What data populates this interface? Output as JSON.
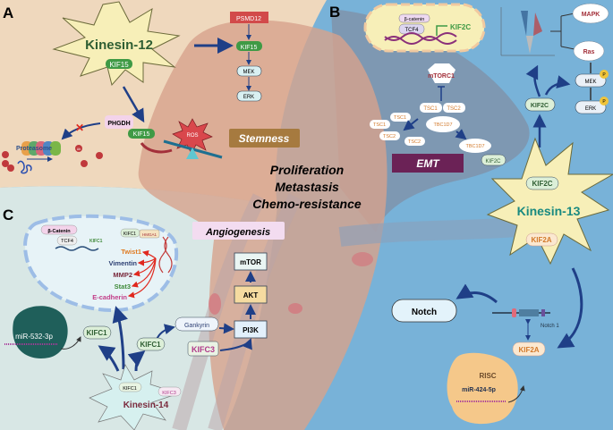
{
  "colors": {
    "panel_a_bg": "#efd8bd",
    "panel_b_bg": "#78b2d8",
    "panel_c_bg": "#d8e7e5",
    "tissue": "#d7a38c",
    "emt_region": "#7f93ab",
    "kif15": "#3f9a45",
    "stemness": "#a67a3f",
    "emt": "#6b2256",
    "arrow": "#1f3f87"
  },
  "panel_a": {
    "label": "A",
    "kinesin": "Kinesin-12",
    "kif15": "KIF15",
    "psmd12": "PSMD12",
    "kif15_b": "KIF15",
    "mek": "MEK",
    "erk": "ERK",
    "phgdh": "PHGDH",
    "kif15_c": "KIF15",
    "ros": "ROS",
    "proteasome": "Proteasome",
    "ub": "Ub",
    "stemness": "Stemness"
  },
  "center": {
    "line1": "Proliferation",
    "line2": "Metastasis",
    "line3": "Chemo-resistance"
  },
  "panel_b": {
    "label": "B",
    "beta_catenin": "β-catenin",
    "tcf4": "TCF4",
    "kif2c_gene": "KIF2C",
    "mapk": "MAPK",
    "ras": "Ras",
    "mek": "MEK",
    "erk": "ERK",
    "p": "P",
    "mtorc1": "mTORC1",
    "tsc1": "TSC1",
    "tsc2": "TSC2",
    "tbc1d7": "TBC1D7",
    "kif2c": "KIF2C",
    "emt": "EMT",
    "kinesin": "Kinesin-13",
    "kif2c_star": "KIF2C",
    "kif2a_star": "KIF2A",
    "notch": "Notch",
    "notch1": "Notch 1",
    "kif2a": "KIF2A",
    "risc": "RISC",
    "mir": "miR-424-5p"
  },
  "panel_c": {
    "label": "C",
    "beta_catenin": "β-Catenin",
    "tcf4": "TCF4",
    "kifc1_gene": "KIFC1",
    "kifc1_n": "KIFC1",
    "hmga1": "HMGA1",
    "targets": [
      {
        "name": "Twist1",
        "color": "#e07b22"
      },
      {
        "name": "Vimentin",
        "color": "#2c3f73"
      },
      {
        "name": "MMP2",
        "color": "#7a2a3d"
      },
      {
        "name": "Stat3",
        "color": "#3f8a3a"
      },
      {
        "name": "E-cadherin",
        "color": "#c23d88"
      }
    ],
    "angiogenesis": "Angiogenesis",
    "mtor": "mTOR",
    "akt": "AKT",
    "pi3k": "PI3K",
    "gankyrin": "Gankyrin",
    "kifc1": "KIFC1",
    "kifc3": "KIFC3",
    "mir": "miR-532-3p",
    "kinesin": "Kinesin-14"
  }
}
